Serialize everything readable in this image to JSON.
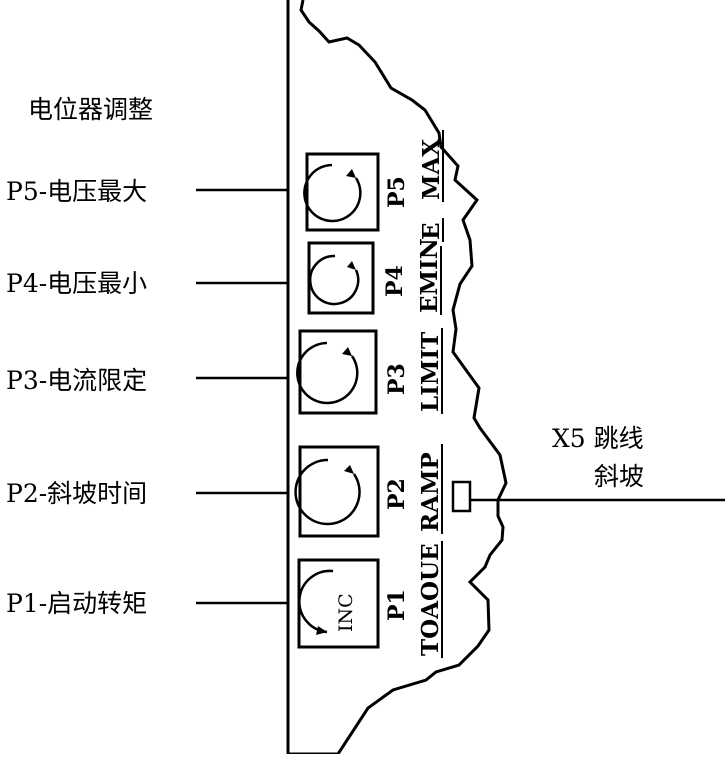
{
  "diagram": {
    "title": "电位器调整",
    "potentiometers": [
      {
        "id": "P5",
        "label": "P5-电压最大",
        "function": "MAX"
      },
      {
        "id": "P4",
        "label": "P4-电压最小",
        "function": "EMIN"
      },
      {
        "id": "P3",
        "label": "P3-电流限定",
        "function": "LIMIT"
      },
      {
        "id": "P2",
        "label": "P2-斜坡时间",
        "function": "RAMP"
      },
      {
        "id": "P1",
        "label": "P1-启动转矩",
        "function": "TOAOUE",
        "knob_text": "INC"
      }
    ],
    "extra_function_e": "E",
    "jumper": {
      "title": "X5 跳线",
      "subtitle": "斜坡"
    }
  }
}
